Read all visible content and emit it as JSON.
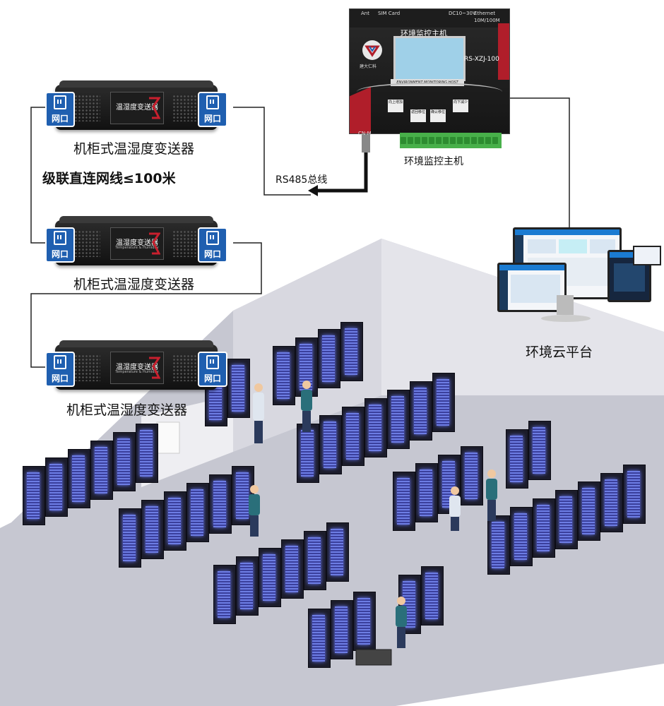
{
  "transmitter": {
    "panel_title": "温湿度变送器",
    "panel_subtitle": "Temperature & Humidity",
    "port_label": "网口",
    "caption": "机柜式温湿度变送器"
  },
  "cascade_label": "级联直连网线≤100米",
  "bus_label": "RS485总线",
  "host": {
    "ant": "Ant",
    "sim": "SIM Card",
    "power": "DC10~30V",
    "ethernet": "Ethernet",
    "ethernet_speed": "10M/100M",
    "title": "环境监控主机",
    "model": "RS-XZJ-100",
    "logo_text": "建大仁科",
    "strip_text": "ENVIRONMENT MONITORING HOST",
    "cn": "CN-M",
    "buttons": [
      "向上增加",
      "返回移位",
      "确认移位",
      "向下减少"
    ],
    "caption": "环境监控主机"
  },
  "cloud_caption": "环境云平台",
  "colors": {
    "port_blue": "#1f5fb0",
    "host_red": "#b01e2a",
    "terminal_green": "#48b04a",
    "rack_glow": "#6d7de4",
    "floor": "#c9c9d3"
  }
}
